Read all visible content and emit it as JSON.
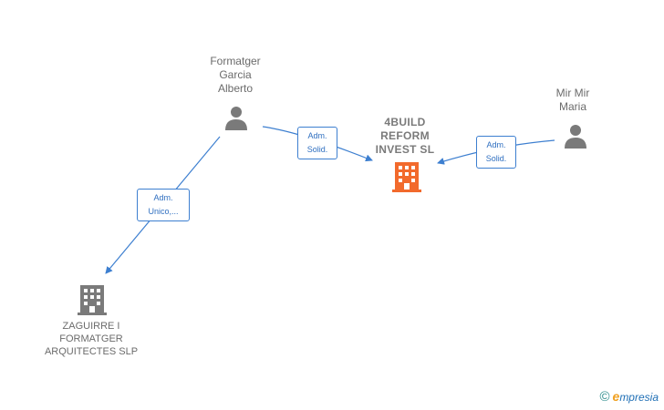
{
  "nodes": {
    "person_formatger": {
      "name": "Formatger\nGarcia\nAlberto"
    },
    "person_mir": {
      "name": "Mir Mir\nMaria"
    },
    "company_4build": {
      "name": "4BUILD\nREFORM\nINVEST  SL"
    },
    "company_zaguirre": {
      "name": "ZAGUIRRE I\nFORMATGER\nARQUITECTES SLP"
    }
  },
  "edges": [
    {
      "role": "Adm.\nSolid.",
      "from": "person_formatger",
      "to": "company_4build"
    },
    {
      "role": "Adm.\nSolid.",
      "from": "person_mir",
      "to": "company_4build"
    },
    {
      "role": "Adm.\nUnico,...",
      "from": "person_formatger",
      "to": "company_zaguirre"
    }
  ],
  "colors": {
    "edge": "#3d7fd0",
    "person_icon": "#7a7a7a",
    "company_icon": "#7a7a7a",
    "focus_company_icon": "#f26a2c"
  },
  "brand": {
    "copyright": "©",
    "name_initial": "e",
    "name_rest": "mpresia"
  }
}
